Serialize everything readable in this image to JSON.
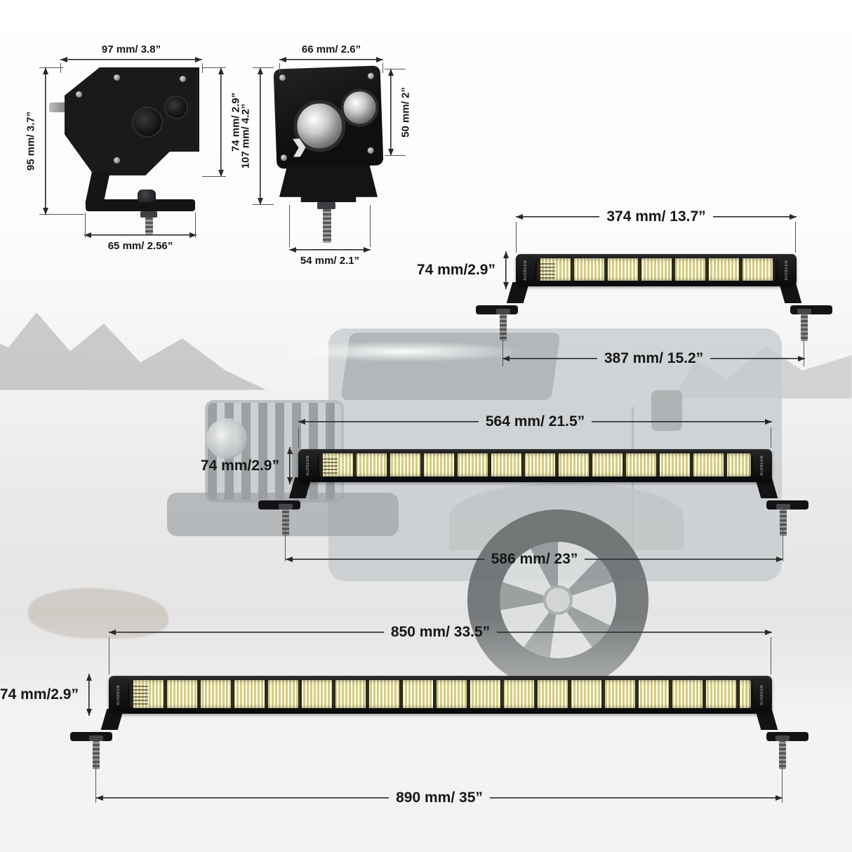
{
  "colors": {
    "lens_yellow": "#efe7ad",
    "housing_black": "#121214",
    "dimension_text": "#1a1a1a"
  },
  "brand": "AUXBEAM",
  "bracket_drawings": {
    "side_view": {
      "top_width": "97 mm/ 3.8”",
      "left_height": "95 mm/ 3.7”",
      "right_height": "74 mm/ 2.9”",
      "bottom_width": "65 mm/ 2.56”"
    },
    "front_view": {
      "top_width": "66 mm/ 2.6”",
      "left_height": "107 mm/ 4.2”",
      "right_height": "50 mm/ 2”",
      "bottom_width": "54 mm/ 2.1”"
    }
  },
  "light_bars": [
    {
      "length": "374 mm/ 13.7”",
      "height": "74 mm/2.9”",
      "mounting_span": "387 mm/ 15.2”"
    },
    {
      "length": "564 mm/ 21.5”",
      "height": "74 mm/2.9”",
      "mounting_span": "586 mm/ 23”"
    },
    {
      "length": "850 mm/ 33.5”",
      "height": "74 mm/2.9”",
      "mounting_span": "890 mm/ 35”"
    }
  ]
}
